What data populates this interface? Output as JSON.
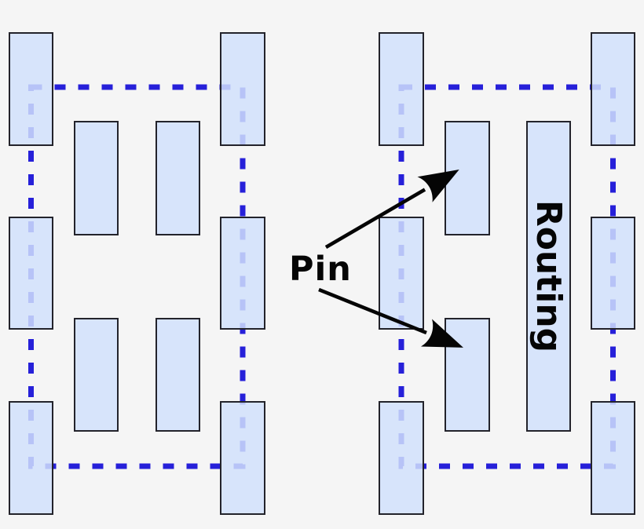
{
  "diagram": {
    "type": "fpga-routing-diagram",
    "labels": {
      "pin": "Pin",
      "routing": "Routing"
    },
    "colors": {
      "background": "#f5f5f5",
      "block_fill": "#d9e4fa",
      "block_border": "#23232b",
      "net_blue": "#2620d9",
      "annotation_black": "#050505"
    }
  }
}
